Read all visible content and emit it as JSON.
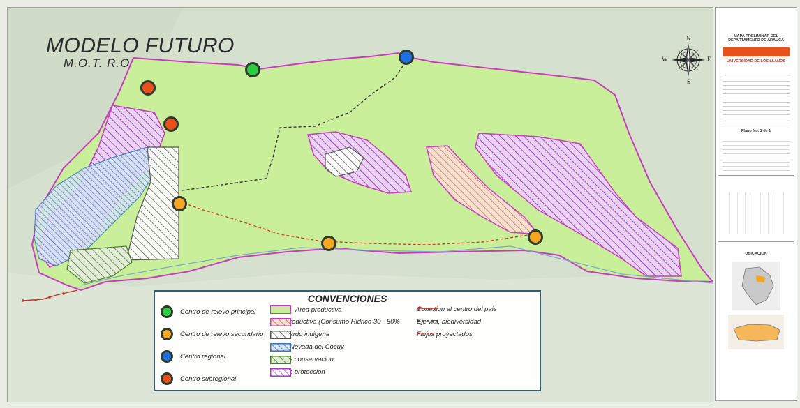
{
  "map": {
    "title": "MODELO FUTURO",
    "subtitle": "M.O.T. R.O",
    "compass": {
      "n": "N",
      "s": "S",
      "e": "E",
      "w": "W"
    }
  },
  "legend": {
    "title": "CONVENCIONES",
    "centers": [
      {
        "label": "Centro de relevo principal",
        "color": "#2ecc40"
      },
      {
        "label": "Centro de relevo secundario",
        "color": "#f5a623"
      },
      {
        "label": "Centro regional",
        "color": "#1f6fe0"
      },
      {
        "label": "Centro subregional",
        "color": "#e8501c"
      }
    ],
    "areas": [
      {
        "label": "Area productiva",
        "color": "#c83bc0",
        "fill": "#c9ef9b",
        "hatch": "none"
      },
      {
        "label": "Area productiva (Consumo Hidrico 30 - 50%",
        "color": "#c2684a",
        "fill": "#ffffff",
        "hatch": "#c2684a"
      },
      {
        "label": "Resguardo indigena",
        "color": "#555555",
        "fill": "#ffffff",
        "hatch": "#555555"
      },
      {
        "label": "Sierra Nevada del Cocuy",
        "color": "#3a74b8",
        "fill": "#ffffff",
        "hatch": "#3a74b8"
      },
      {
        "label": "area de conservacion",
        "color": "#4a7a2a",
        "fill": "#ffffff",
        "hatch": "#4a7a2a"
      },
      {
        "label": "area de proteccion",
        "color": "#a83ad0",
        "fill": "#ffffff",
        "hatch": "#a83ad0"
      }
    ],
    "lines": [
      {
        "label": "Conexion al centro del pais",
        "color": "#c0392b",
        "style": "solid-dots"
      },
      {
        "label": "Eje vial, biodiversidad",
        "color": "#333333",
        "style": "dashed"
      },
      {
        "label": "Flujos proyectados",
        "color": "#d93a2a",
        "style": "dashed"
      }
    ]
  },
  "panel": {
    "heading": "MAPA PRELIMINAR DEL DEPARTAMENTO DE ARAUCA",
    "university": "UNIVERSIDAD DE LOS LLANOS",
    "plano": "Plano No. 1 de 1",
    "location_title": "UBICACION"
  },
  "colors": {
    "productive_fill": "#c9ef9b",
    "productive_border": "#c83bc0",
    "background": "#d9e2d2",
    "legend_border": "#355d6e"
  }
}
